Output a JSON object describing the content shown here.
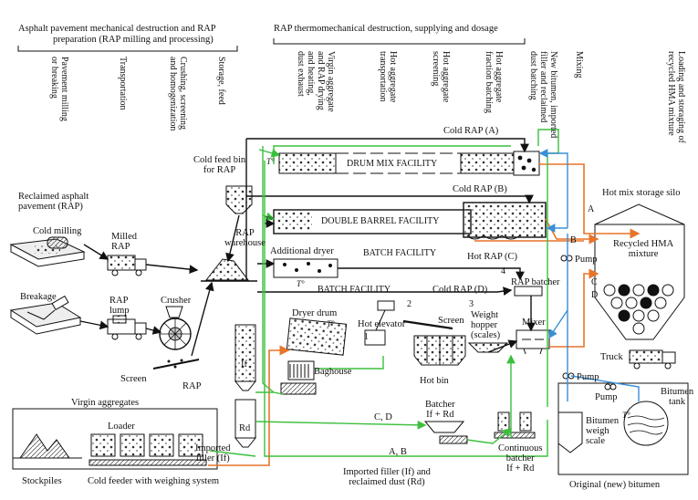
{
  "headers": {
    "section1": [
      "Asphalt pavement mechanical destruction and RAP",
      "preparation (RAP milling and processing)"
    ],
    "section2": "RAP thermomechanical destruction, supplying and dosage"
  },
  "stages": [
    [
      "Pavement milling",
      "or breaking"
    ],
    [
      "Transportation"
    ],
    [
      "Crushing, screening",
      "and homogenization"
    ],
    [
      "Storage, feed"
    ],
    [
      "Virgin aggregate",
      "and RAP drying",
      "and heating,",
      "dust exhaust"
    ],
    [
      "Hot aggregate",
      "transportation"
    ],
    [
      "Hot aggregate",
      "screening"
    ],
    [
      "Hot aggregate",
      "fraction batching"
    ],
    [
      "New bitumen, imported",
      "filler and reclaimed",
      "dust batching"
    ],
    [
      "Mixing"
    ],
    [
      "Loading and storaging of",
      "recycled HMA mixture"
    ]
  ],
  "labels": {
    "reclaimed": [
      "Reclaimed asphalt",
      "pavement (RAP)"
    ],
    "cold_milling": "Cold milling",
    "milled_rap": [
      "Milled",
      "RAP"
    ],
    "breakage": "Breakage",
    "rap_lump": [
      "RAP",
      "lump"
    ],
    "crusher": "Crusher",
    "screen_left": "Screen",
    "rap_left": "RAP",
    "cold_feed_bin": [
      "Cold feed bin",
      "for RAP"
    ],
    "rap_warehouse": [
      "RAP",
      "warehouse"
    ],
    "drum_mix": "DRUM MIX FACILITY",
    "double_barrel": "DOUBLE BARREL FACILITY",
    "batch_facility_1": "BATCH FACILITY",
    "batch_facility_2": "BATCH FACILITY",
    "additional_dryer": "Additional dryer",
    "cold_rap_a": "Cold RAP (A)",
    "cold_rap_b": "Cold RAP (B)",
    "hot_rap_c": "Hot RAP (C)",
    "cold_rap_d": "Cold RAP (D)",
    "rap_batcher": "RAP batcher",
    "dryer_drum": "Dryer drum",
    "hot_elevator": "Hot elevator",
    "screen_mid": "Screen",
    "weight_hopper": [
      "Weight",
      "hopper",
      "(scales)"
    ],
    "mixer": "Mixer",
    "hot_bin": "Hot bin",
    "baghouse": "Baghouse",
    "if_label": "If",
    "rd_label": "Rd",
    "imported_filler": [
      "Imported",
      "filler (If)"
    ],
    "batcher": [
      "Batcher",
      "If + Rd"
    ],
    "continuous_batcher": [
      "Continuous",
      "batcher",
      "If + Rd"
    ],
    "imported_bottom": [
      "Imported filler (If) and",
      "reclaimed dust (Rd)"
    ],
    "cd_label": "C, D",
    "ab_label": "A, B",
    "virgin_aggregates": "Virgin aggregates",
    "loader": "Loader",
    "stockpiles": "Stockpiles",
    "cold_feeder": "Cold feeder with weighing system",
    "hot_mix_silo": "Hot mix storage silo",
    "recycled_hma": [
      "Recycled HMA",
      "mixture"
    ],
    "truck": "Truck",
    "pump1": "Pump",
    "pump2": "Pump",
    "pump3": "Pump",
    "bitumen_tank": [
      "Bitumen",
      "tank"
    ],
    "bitumen_scale": [
      "Bitumen",
      "weigh",
      "scale"
    ],
    "original_bitumen": "Original (new) bitumen",
    "to": "T°",
    "route_a": "A",
    "route_b": "B",
    "route_c": "C",
    "route_d": "D",
    "n1": "1",
    "n2": "2",
    "n3": "3",
    "n4": "4"
  },
  "colors": {
    "green": "#3cbf3c",
    "orange": "#e8742a",
    "blue": "#3a8fd6",
    "black": "#111111"
  }
}
